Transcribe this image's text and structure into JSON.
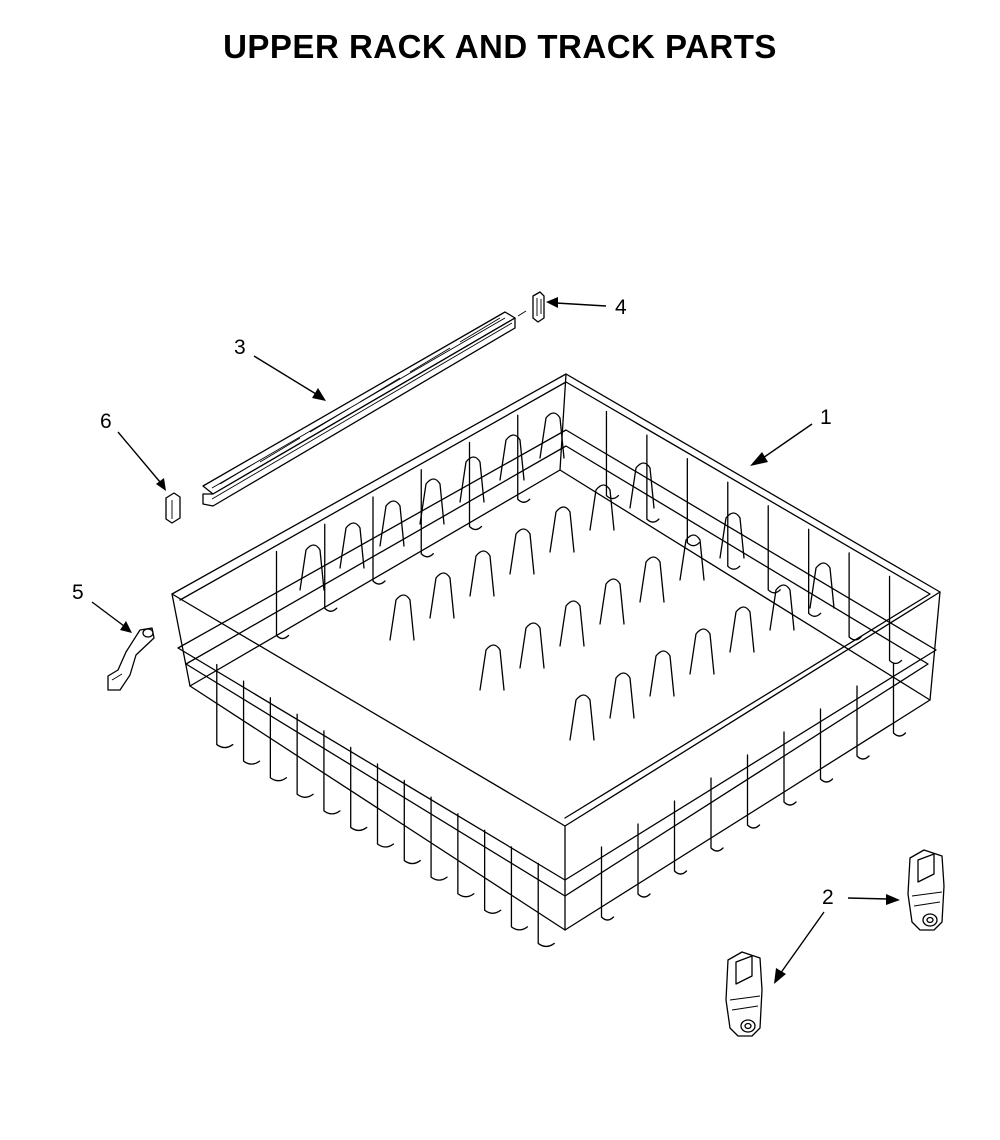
{
  "title": "UPPER RACK AND TRACK PARTS",
  "callouts": [
    {
      "id": "1",
      "label": "1"
    },
    {
      "id": "2",
      "label": "2"
    },
    {
      "id": "3",
      "label": "3"
    },
    {
      "id": "4",
      "label": "4"
    },
    {
      "id": "5",
      "label": "5"
    },
    {
      "id": "6",
      "label": "6"
    }
  ]
}
